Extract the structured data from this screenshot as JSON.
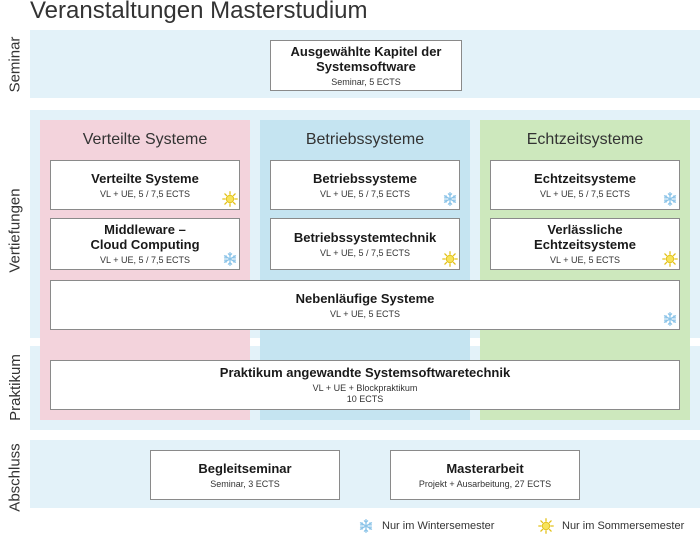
{
  "title": "Veranstaltungen Masterstudium",
  "rows": {
    "seminar": "Seminar",
    "vertiefungen": "Vertiefungen",
    "praktikum": "Praktikum",
    "abschluss": "Abschluss"
  },
  "columns": {
    "verteilte": "Verteilte Systeme",
    "betriebs": "Betriebssysteme",
    "echtzeit": "Echtzeitsysteme"
  },
  "boxes": {
    "kapitel": {
      "title": "Ausgewählte Kapitel der\nSystemsoftware",
      "sub": "Seminar, 5 ECTS"
    },
    "verteilte": {
      "title": "Verteilte Systeme",
      "sub": "VL + UE, 5 / 7,5 ECTS"
    },
    "betriebssysteme": {
      "title": "Betriebssysteme",
      "sub": "VL + UE, 5 / 7,5 ECTS"
    },
    "echtzeitsysteme": {
      "title": "Echtzeitsysteme",
      "sub": "VL + UE, 5 / 7,5 ECTS"
    },
    "middleware": {
      "title": "Middleware –\nCloud Computing",
      "sub": "VL + UE, 5 / 7,5 ECTS"
    },
    "betriebstechnik": {
      "title": "Betriebssystemtechnik",
      "sub": "VL + UE, 5 / 7,5 ECTS"
    },
    "verlaessliche": {
      "title": "Verlässliche\nEchtzeitsysteme",
      "sub": "VL + UE, 5 ECTS"
    },
    "nebenlaeufige": {
      "title": "Nebenläufige Systeme",
      "sub": "VL + UE, 5 ECTS"
    },
    "praktikum": {
      "title": "Praktikum angewandte Systemsoftwaretechnik",
      "sub": "VL + UE + Blockpraktikum\n10 ECTS"
    },
    "begleitseminar": {
      "title": "Begleitseminar",
      "sub": "Seminar, 3 ECTS"
    },
    "masterarbeit": {
      "title": "Masterarbeit",
      "sub": "Projekt + Ausarbeitung, 27 ECTS"
    }
  },
  "legend": {
    "winter": "Nur im Wintersemester",
    "summer": "Nur im Sommersemester"
  },
  "colors": {
    "band": "#e3f2f9",
    "verteilte": "#f3d3dc",
    "betriebs": "#c5e4f1",
    "echtzeit": "#cde8bd",
    "sun": "#e8c91a",
    "snow": "#8ec6e8"
  }
}
